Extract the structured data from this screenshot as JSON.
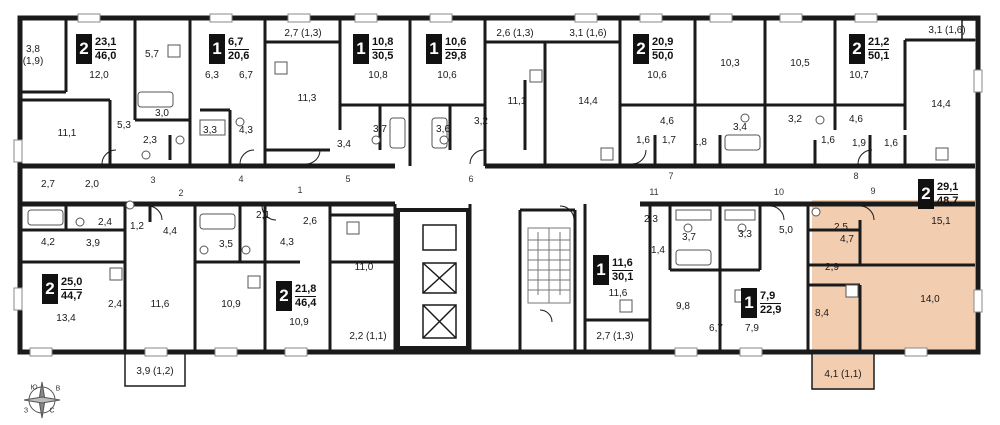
{
  "colors": {
    "wall": "#1a1a1a",
    "highlight": "#f3cdb0",
    "background": "#ffffff",
    "stairs": "#777777",
    "fixture": "#555555"
  },
  "apartments": [
    {
      "rooms": "2",
      "living": "23,1",
      "total": "46,0"
    },
    {
      "rooms": "1",
      "living": "6,7",
      "total": "20,6"
    },
    {
      "rooms": "1",
      "living": "10,8",
      "total": "30,5"
    },
    {
      "rooms": "1",
      "living": "10,6",
      "total": "29,8"
    },
    {
      "rooms": "2",
      "living": "20,9",
      "total": "50,0"
    },
    {
      "rooms": "2",
      "living": "21,2",
      "total": "50,1"
    },
    {
      "rooms": "2",
      "living": "29,1",
      "total": "48,7"
    },
    {
      "rooms": "2",
      "living": "25,0",
      "total": "44,7"
    },
    {
      "rooms": "2",
      "living": "21,8",
      "total": "46,4"
    },
    {
      "rooms": "1",
      "living": "11,6",
      "total": "30,1"
    },
    {
      "rooms": "1",
      "living": "7,9",
      "total": "22,9"
    }
  ],
  "room_labels": [
    "3,8",
    "(1,9)",
    "12,0",
    "5,7",
    "6,3",
    "6,7",
    "2,7 (1,3)",
    "11,3",
    "10,8",
    "10,6",
    "2,6 (1,3)",
    "3,1 (1,6)",
    "11,1",
    "14,4",
    "10,6",
    "10,3",
    "10,5",
    "10,7",
    "3,1 (1,6)",
    "14,4",
    "11,1",
    "5,3",
    "3,0",
    "2,3",
    "3,3",
    "4,3",
    "3,4",
    "3,7",
    "3,6",
    "3,2",
    "1,6",
    "1,7",
    "4,6",
    "1,8",
    "3,4",
    "3,2",
    "1,6",
    "4,6",
    "1,9",
    "1,6",
    "2,7",
    "2,0",
    "2,4",
    "1,2",
    "4,4",
    "2,1",
    "2,6",
    "4,2",
    "3,9",
    "3,5",
    "4,3",
    "11,0",
    "2,3",
    "1,4",
    "3,7",
    "3,3",
    "5,0",
    "2,5",
    "4,7",
    "15,1",
    "2,9",
    "14,0",
    "2,4",
    "11,6",
    "13,4",
    "10,9",
    "10,9",
    "11,6",
    "9,8",
    "6,7",
    "7,9",
    "8,4",
    "2,2 (1,1)",
    "2,7 (1,3)",
    "3,9 (1,2)",
    "4,1 (1,1)"
  ],
  "door_numbers": [
    "1",
    "2",
    "3",
    "4",
    "5",
    "6",
    "7",
    "8",
    "9",
    "10",
    "11"
  ],
  "compass": {
    "n": "С",
    "s": "Ю",
    "w": "З",
    "e": "В"
  }
}
